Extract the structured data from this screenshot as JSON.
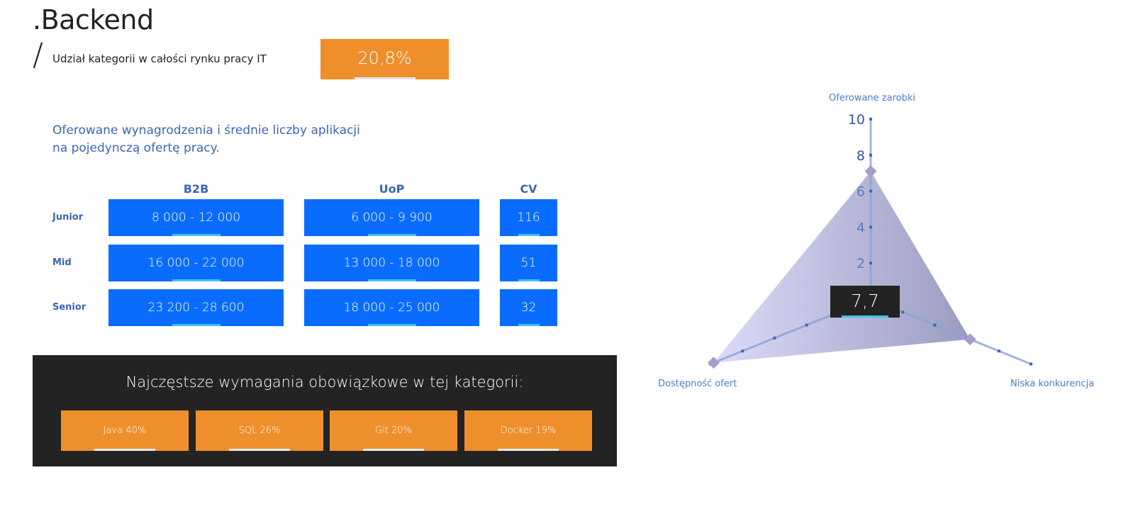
{
  "header": {
    "title": ".Backend",
    "slash": "/",
    "share_label": "Udział kategorii w całości rynku pracy IT",
    "share_value": "20,8%"
  },
  "salaries": {
    "subtitle_line1": "Oferowane wynagrodzenia i średnie liczby aplikacji",
    "subtitle_line2": "na pojedynczą ofertę pracy.",
    "columns": [
      "B2B",
      "UoP",
      "CV"
    ],
    "rows": [
      {
        "level": "Junior",
        "b2b": "8 000 - 12 000",
        "uop": "6 000 - 9 900",
        "cv": "116"
      },
      {
        "level": "Mid",
        "b2b": "16 000 - 22 000",
        "uop": "13 000 - 18 000",
        "cv": "51"
      },
      {
        "level": "Senior",
        "b2b": "23 200 - 28 600",
        "uop": "18 000 - 25 000",
        "cv": "32"
      }
    ]
  },
  "requirements": {
    "title": "Najczęstsze wymagania obowiązkowe w tej kategorii:",
    "items": [
      "Java 40%",
      "SQL 26%",
      "Git 20%",
      "Docker 19%"
    ]
  },
  "colors": {
    "orange": "#ef8f2c",
    "blue": "#0a6cff",
    "dark": "#232323"
  },
  "chart_data": {
    "type": "radar",
    "axes": [
      "Oferowane zarobki",
      "Niska konkurencja",
      "Dostępność ofert"
    ],
    "values": [
      7.1,
      6.2,
      9.8
    ],
    "range": [
      0,
      10
    ],
    "ticks": [
      "2",
      "4",
      "6",
      "8",
      "10"
    ],
    "score": "7,7"
  }
}
